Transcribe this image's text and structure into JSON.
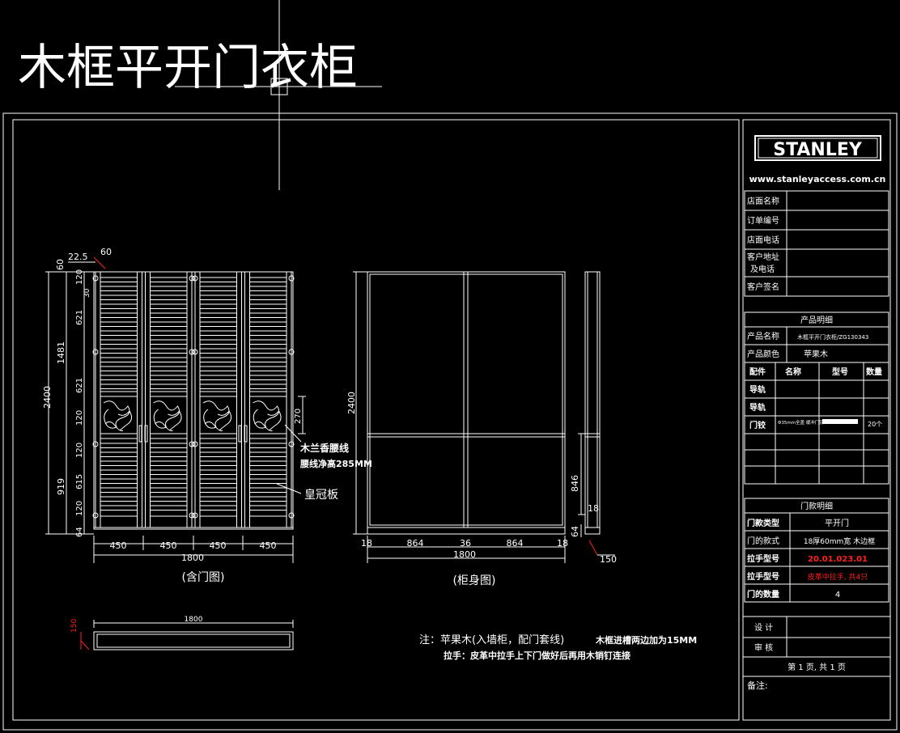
{
  "title": "木框平开门衣柜",
  "logo": {
    "brand": "STANLEY",
    "url": "www.stanleyaccess.com.cn"
  },
  "info_fields": [
    "店面名称",
    "订单编号",
    "店面电话",
    "客户地址",
    "及电话",
    "客户签名"
  ],
  "product": {
    "header": "产品明细",
    "name_label": "产品名称",
    "name_value": "木框平开门衣柜/ZG130343",
    "color_label": "产品颜色",
    "color_value": "苹果木",
    "parts_cols": [
      "配件",
      "名称",
      "型号",
      "数量"
    ],
    "parts_rows": [
      {
        "part": "导轨",
        "name": "",
        "model": "",
        "qty": ""
      },
      {
        "part": "导轨",
        "name": "",
        "model": "",
        "qty": ""
      },
      {
        "part": "门铰",
        "name": "Φ35mm全盖 缓冲门铰",
        "model": "",
        "qty": "20个"
      }
    ]
  },
  "door": {
    "header": "门款明细",
    "rows": [
      {
        "label": "门款类型",
        "value": "平开门"
      },
      {
        "label": "门的款式",
        "value": "18厚60mm宽 木边框"
      },
      {
        "label": "拉手型号",
        "value": "20.01.023.01"
      },
      {
        "label": "拉手型号",
        "value": "皮革中拉手, 共4只"
      },
      {
        "label": "门的数量",
        "value": "4"
      }
    ]
  },
  "signoff": {
    "design": "设 计",
    "review": "审 核",
    "page": "第 1 页, 共 1 页",
    "remark": "备注:"
  },
  "front_view": {
    "caption": "(含门图)",
    "dims_top": [
      "60",
      "22.5"
    ],
    "dims_left_outer": [
      "2400"
    ],
    "dims_left_mid": [
      "1481",
      "919"
    ],
    "dims_left_inner": [
      "60",
      "120",
      "621",
      "621",
      "120",
      "120",
      "615",
      "120",
      "64"
    ],
    "dims_bottom": [
      "450",
      "450",
      "450",
      "450"
    ],
    "total_width": "1800",
    "dim_270": "270",
    "dim_30": "30",
    "label_crown": "皇冠板",
    "label_wood_line1": "木兰香腰线",
    "label_wood_line2": "腰线净高285MM"
  },
  "body_view": {
    "caption": "(柜身图)",
    "dim_height": "2400",
    "dims_bottom": [
      "18",
      "864",
      "36",
      "864",
      "18"
    ],
    "total_width": "1800"
  },
  "side_view": {
    "dims": [
      "846",
      "18",
      "64",
      "150"
    ]
  },
  "plan_view": {
    "width": "1800",
    "depth": "150"
  },
  "notes": {
    "line1_a": "注：苹果木(入墙柜，配门套线)",
    "line1_b": "木框进槽两边加为15MM",
    "line2": "拉手：皮革中拉手上下门做好后再用木销钉连接"
  }
}
